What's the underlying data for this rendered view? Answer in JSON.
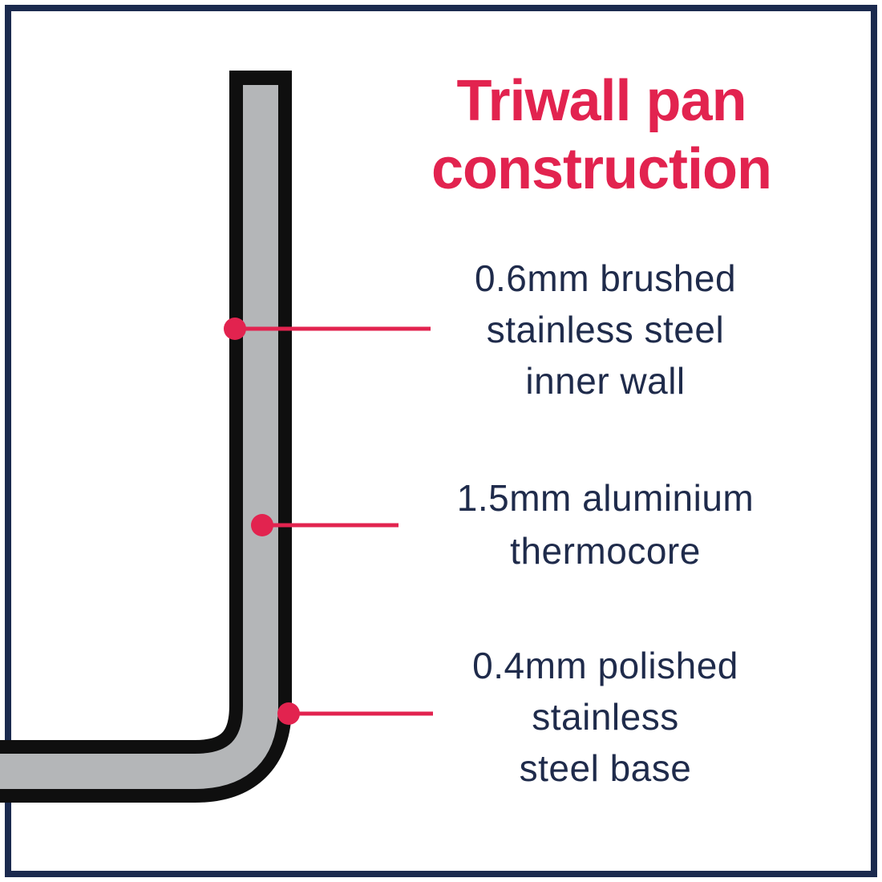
{
  "title": {
    "line1": "Triwall pan",
    "line2": "construction"
  },
  "annotations": [
    {
      "lines": [
        "0.6mm brushed",
        "stainless steel",
        "inner wall"
      ]
    },
    {
      "lines": [
        "1.5mm aluminium",
        "thermocore"
      ]
    },
    {
      "lines": [
        "0.4mm polished",
        "stainless",
        "steel base"
      ]
    }
  ],
  "colors": {
    "accent": "#E2234F",
    "text": "#1F2B4B",
    "frame": "#1B2A4E",
    "steel": "#0F0F0F",
    "core": "#B4B6B8",
    "background": "#FFFFFF"
  }
}
